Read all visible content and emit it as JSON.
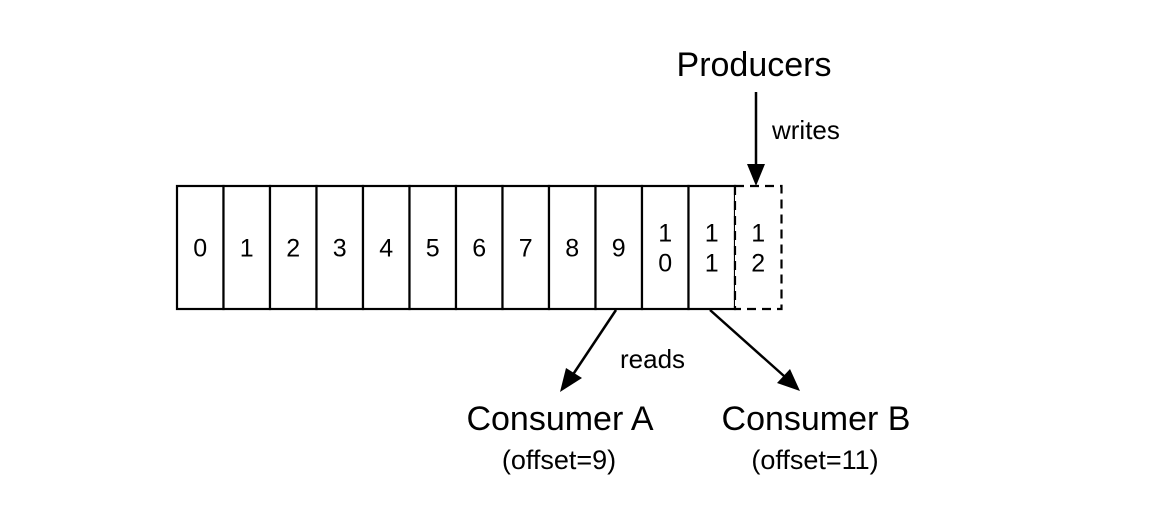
{
  "producer": {
    "label": "Producers",
    "action": "writes"
  },
  "log": {
    "cells": [
      {
        "lines": [
          "0"
        ],
        "pending": false
      },
      {
        "lines": [
          "1"
        ],
        "pending": false
      },
      {
        "lines": [
          "2"
        ],
        "pending": false
      },
      {
        "lines": [
          "3"
        ],
        "pending": false
      },
      {
        "lines": [
          "4"
        ],
        "pending": false
      },
      {
        "lines": [
          "5"
        ],
        "pending": false
      },
      {
        "lines": [
          "6"
        ],
        "pending": false
      },
      {
        "lines": [
          "7"
        ],
        "pending": false
      },
      {
        "lines": [
          "8"
        ],
        "pending": false
      },
      {
        "lines": [
          "9"
        ],
        "pending": false
      },
      {
        "lines": [
          "1",
          "0"
        ],
        "pending": false
      },
      {
        "lines": [
          "1",
          "1"
        ],
        "pending": false
      },
      {
        "lines": [
          "1",
          "2"
        ],
        "pending": true
      }
    ]
  },
  "consumers": {
    "action": "reads",
    "a": {
      "label": "Consumer A",
      "offset_label": "(offset=9)",
      "offset": 9
    },
    "b": {
      "label": "Consumer B",
      "offset_label": "(offset=11)",
      "offset": 11
    }
  }
}
